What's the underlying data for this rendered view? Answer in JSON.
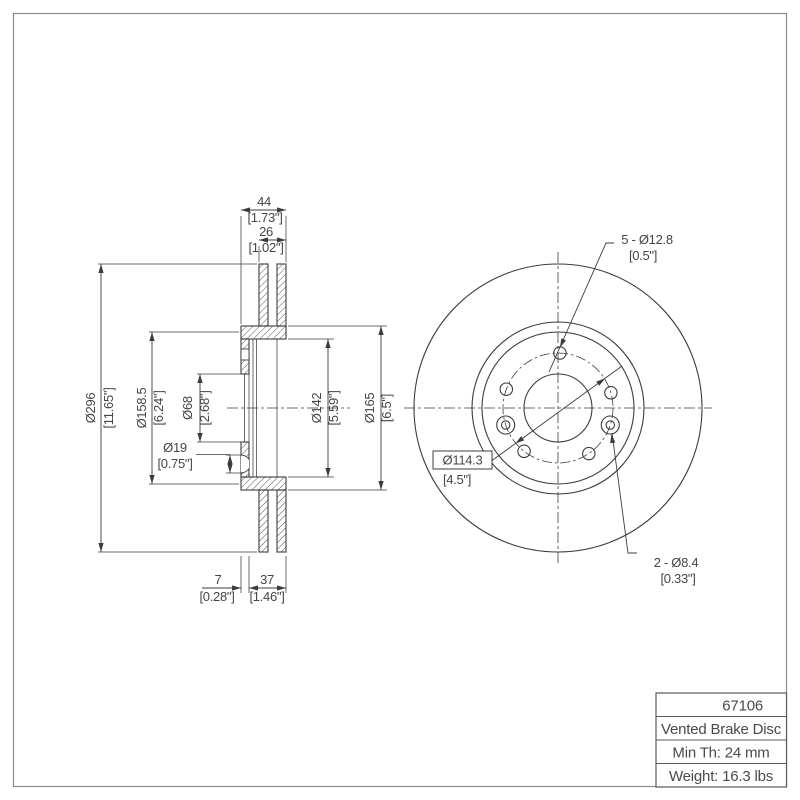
{
  "title_block": {
    "part_number": "67106",
    "product_type": "Vented Brake Disc",
    "min_thickness": "Min Th: 24 mm",
    "weight": "Weight: 16.3 lbs"
  },
  "section_view": {
    "overall_thickness": {
      "mm": "44",
      "in": "[1.73\"]"
    },
    "disc_thickness": {
      "mm": "26",
      "in": "[1.02\"]"
    },
    "outer_diameter": {
      "mm": "Ø296",
      "in": "[11.65\"]"
    },
    "hat_diameter": {
      "mm": "Ø158.5",
      "in": "[6.24\"]"
    },
    "center_bore": {
      "mm": "Ø68",
      "in": "[2.68\"]"
    },
    "counterbore": {
      "mm": "Ø19",
      "in": "[0.75\"]"
    },
    "inner_diameter_142": {
      "mm": "Ø142",
      "in": "[5.59\"]"
    },
    "inner_diameter_165": {
      "mm": "Ø165",
      "in": "[6.5\"]"
    },
    "flange_thickness": {
      "mm": "7",
      "in": "[0.28\"]"
    },
    "hat_depth": {
      "mm": "37",
      "in": "[1.46\"]"
    }
  },
  "front_view": {
    "bolt_holes": {
      "label": "5 - Ø12.8",
      "in": "[0.5\"]"
    },
    "bolt_circle": {
      "label": "Ø114.3",
      "in": "[4.5\"]"
    },
    "set_screw_holes": {
      "label": "2 - Ø8.4",
      "in": "[0.33\"]"
    }
  },
  "colors": {
    "line": "#3c3c3c",
    "text": "#454545",
    "page_border": "#8c8c8c",
    "background": "#ffffff"
  }
}
